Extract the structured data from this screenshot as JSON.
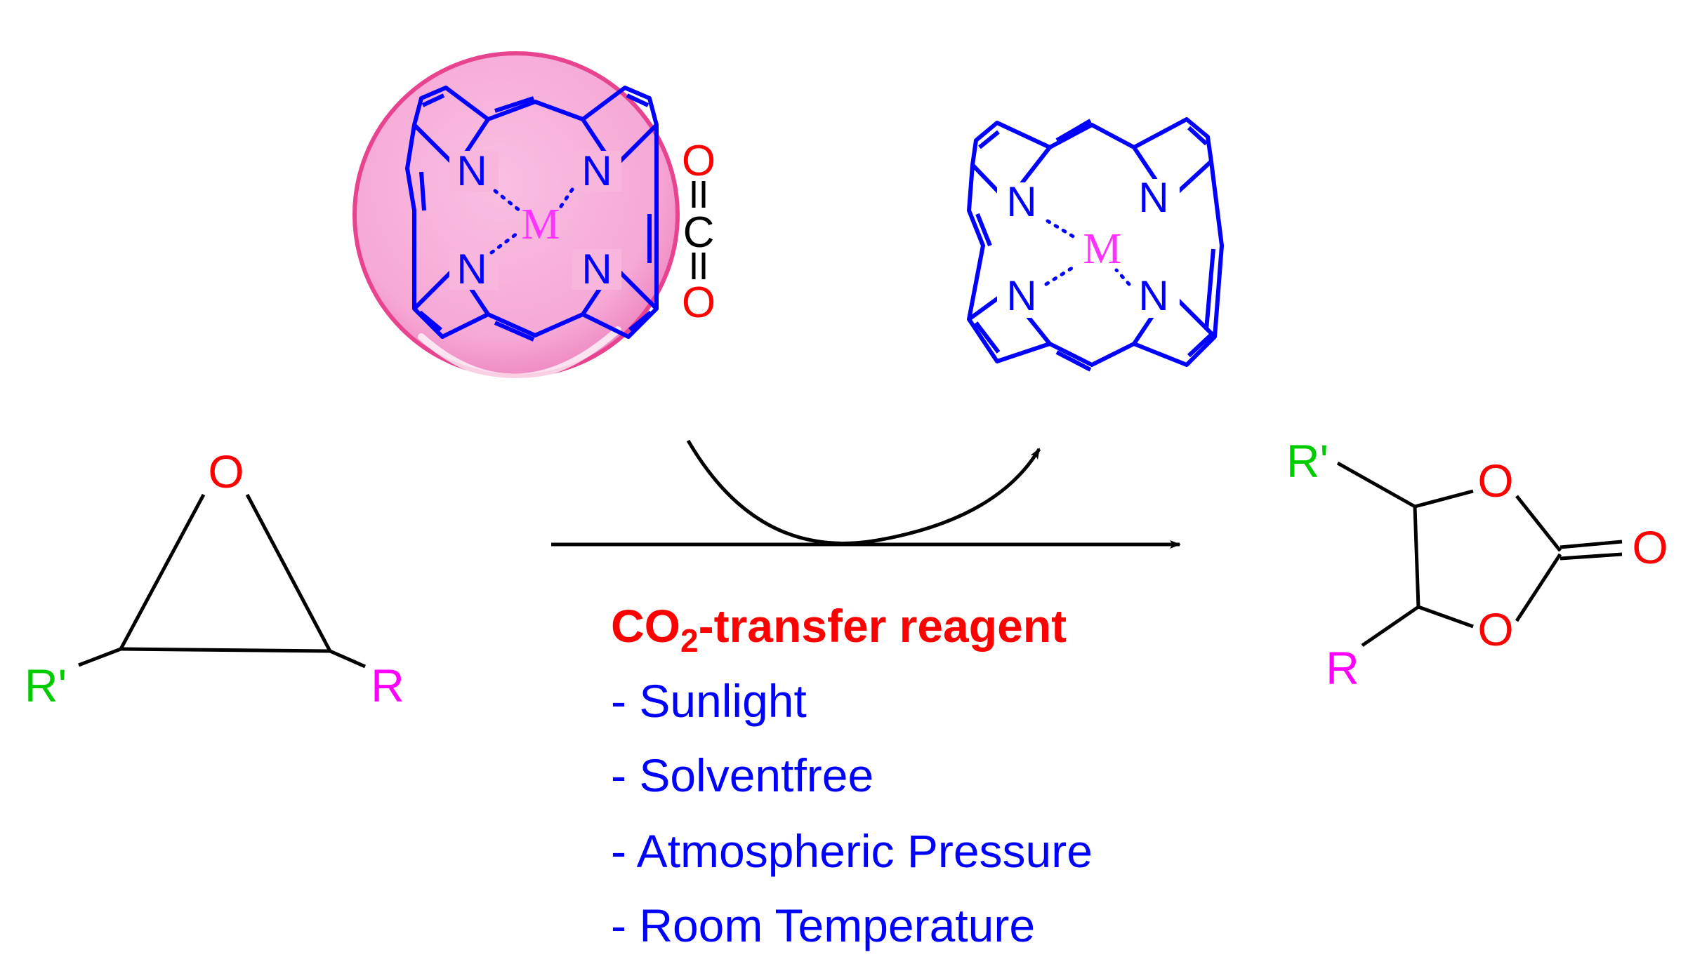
{
  "reagent": {
    "label_prefix": "CO",
    "label_subscript": "2",
    "label_suffix": "-transfer reagent",
    "color": "#ff0000"
  },
  "conditions": [
    "- Sunlight",
    "- Solventfree",
    "- Atmospheric Pressure",
    "- Room Temperature"
  ],
  "atoms": {
    "nitrogen": "N",
    "metal": "M",
    "oxygen": "O",
    "carbon": "C",
    "r_group": "R",
    "r_prime_group": "R'"
  },
  "colors": {
    "porphyrin": "#0000ff",
    "metal": "#ff33ff",
    "oxygen": "#ff0000",
    "r_prime": "#00cc00",
    "r": "#ff00ff",
    "bubble_fill": "#f9b2dd",
    "bubble_stroke": "#e8438f",
    "conditions_text": "#0000ff",
    "arrow": "#000000"
  }
}
